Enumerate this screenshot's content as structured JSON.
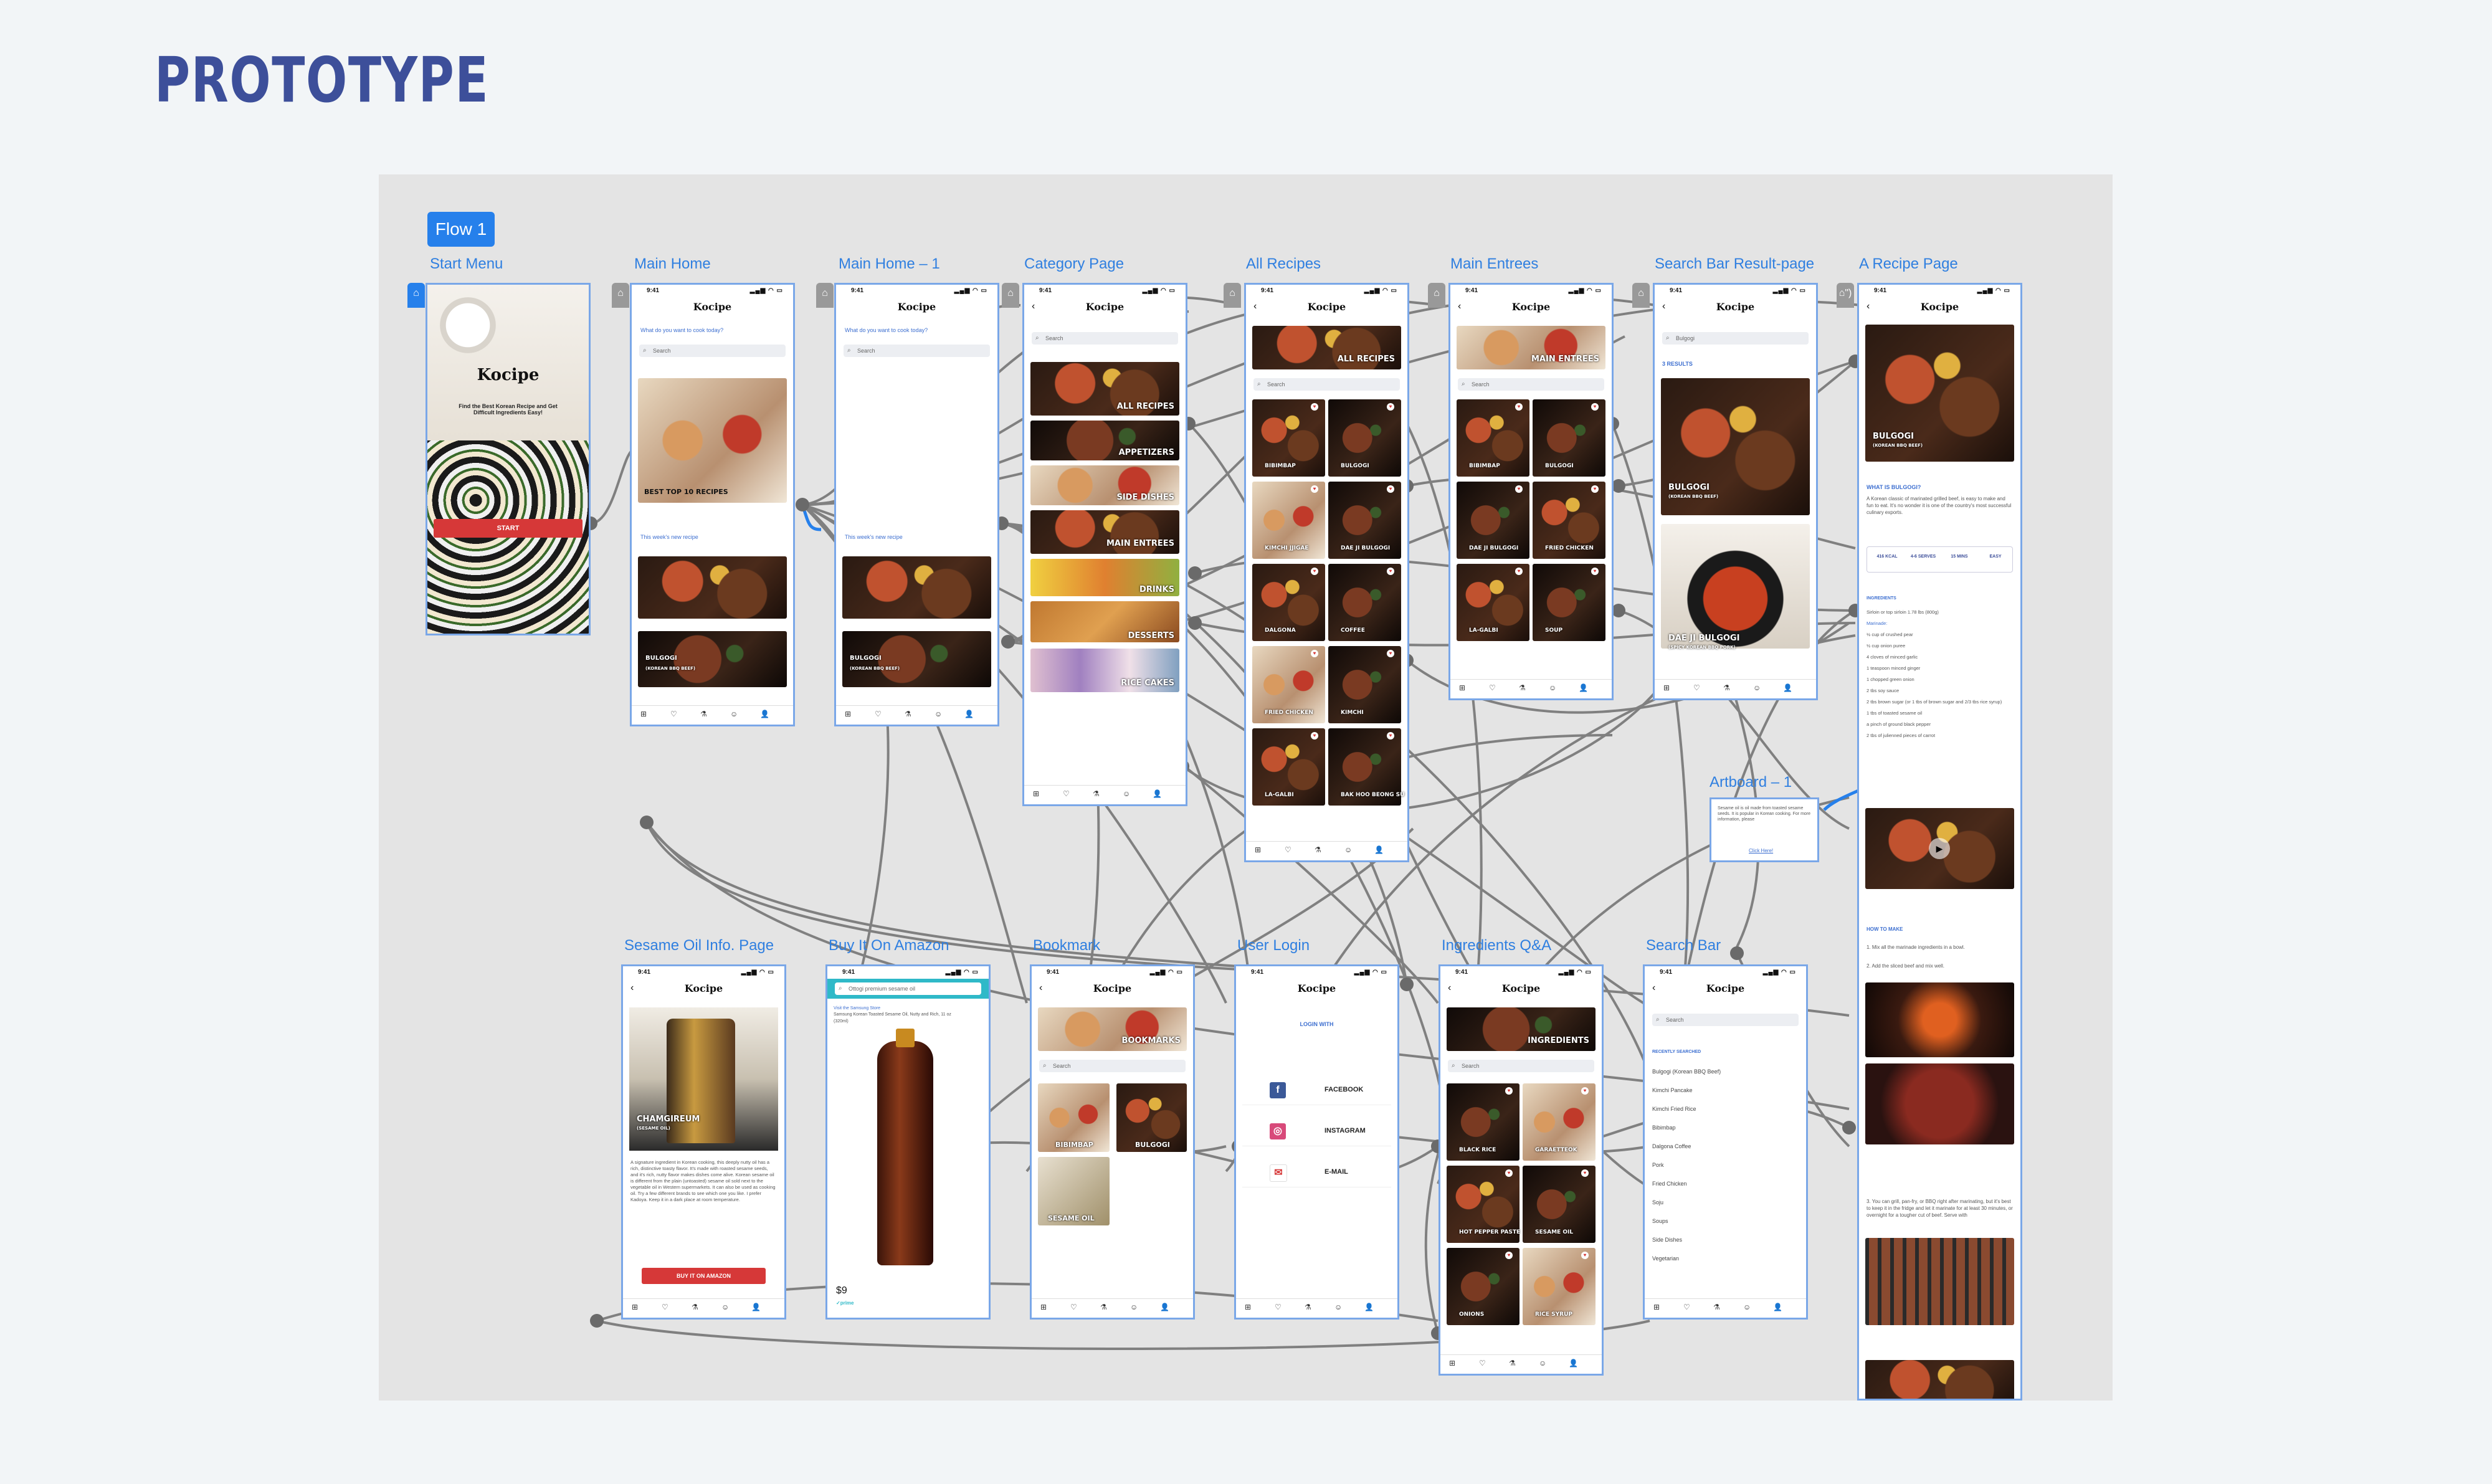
{
  "page_title": "PROTOTYPE",
  "flow": {
    "label": "Flow 1"
  },
  "app": {
    "name": "Kocipe",
    "status_time": "9:41",
    "status_icons": "▂▄▆ ◠ ▭"
  },
  "frames": {
    "start_menu": {
      "label": "Start Menu",
      "title": "Kocipe",
      "tagline": "Find the Best Korean Recipe and Get Difficult Ingredients Easy!",
      "start_button": "START"
    },
    "main_home": {
      "label": "Main Home",
      "question": "What do you want to cook today?",
      "search_placeholder": "Search",
      "banner_caption": "BEST TOP 10 RECIPES",
      "new_recipe_heading": "This week's new recipe",
      "recipe_caption": "BULGOGI",
      "recipe_sub": "(KOREAN BBQ BEEF)"
    },
    "main_home_1": {
      "label": "Main Home – 1",
      "question": "What do you want to cook today?",
      "search_placeholder": "Search",
      "new_recipe_heading": "This week's new recipe",
      "recipe_caption": "BULGOGI",
      "recipe_sub": "(KOREAN BBQ BEEF)"
    },
    "category": {
      "label": "Category Page",
      "search_placeholder": "Search",
      "categories": [
        "ALL RECIPES",
        "APPETIZERS",
        "SIDE DISHES",
        "MAIN ENTREES",
        "DRINKS",
        "DESSERTS",
        "RICE CAKES"
      ]
    },
    "all_recipes": {
      "label": "All Recipes",
      "banner": "ALL RECIPES",
      "search_placeholder": "Search",
      "items": [
        "BIBIMBAP",
        "BULGOGI",
        "KIMCHI JJIGAE",
        "DAE JI BULGOGI",
        "DALGONA",
        "COFFEE",
        "FRIED CHICKEN",
        "KIMCHI",
        "LA-GALBI",
        "BAK HOO BEONG SU"
      ]
    },
    "main_entrees": {
      "label": "Main Entrees",
      "banner": "MAIN ENTREES",
      "search_placeholder": "Search",
      "items": [
        "BIBIMBAP",
        "BULGOGI",
        "DAE JI BULGOGI",
        "FRIED CHICKEN",
        "LA-GALBI",
        "SOUP"
      ]
    },
    "search_result": {
      "label": "Search Bar Result-page",
      "search_value": "Bulgogi",
      "results_heading": "3 RESULTS",
      "items": [
        {
          "name": "BULGOGI",
          "sub": "(KOREAN BBQ BEEF)"
        },
        {
          "name": "DAE JI BULGOGI",
          "sub": "(SPICY KOREAN BBQ PORK)"
        }
      ]
    },
    "recipe_page": {
      "label": "A Recipe Page",
      "hero_caption": "BULGOGI",
      "hero_sub": "(KOREAN BBQ BEEF)",
      "what_is": "WHAT IS BULGOGI?",
      "description": "A Korean classic of marinated grilled beef, is easy to make and fun to eat. It's no wonder it is one of the country's most successful culinary exports.",
      "stats": [
        "416 KCAL",
        "4-6 SERVES",
        "15 MINS",
        "EASY"
      ],
      "ingredients_heading": "INGREDIENTS",
      "ingredient_lines": [
        "Sirloin or top sirloin 1.78 lbs (800g)",
        "Marinade:",
        "½ cup of crushed pear",
        "½ cup onion puree",
        "4 cloves of minced garlic",
        "1 teaspoon minced ginger",
        "1 chopped green onion",
        "2 tbs soy sauce",
        "2 tbs brown sugar (or 1 tbs of brown sugar and 2/3 tbs rice syrup)",
        "1 tbs of toasted sesame oil",
        "a pinch of ground black pepper",
        "2 tbs of julienned pieces of carrot"
      ],
      "how_to": "HOW TO MAKE",
      "steps": [
        "1. Mix all the marinade ingredients in a bowl.",
        "2. Add the sliced beef and mix well.",
        "3. You can grill, pan-fry, or BBQ right after marinating, but it's best to keep it in the fridge and let it marinate for at least 30 minutes, or overnight for a tougher cut of beef. Serve with"
      ]
    },
    "artboard_1": {
      "label": "Artboard – 1",
      "text": "Sesame oil is oil made from toasted sesame seeds. It is popular in Korean cooking. For more information, please",
      "link": "Click Here!"
    },
    "sesame_info": {
      "label": "Sesame Oil Info. Page",
      "caption": "CHAMGIREUM",
      "caption_sub": "(SESAME OIL)",
      "body": "A signature ingredient in Korean cooking, this deeply nutty oil has a rich, distinctive toasty flavor. It's made with roasted sesame seeds, and it's rich, nutty flavor makes dishes come alive. Korean sesame oil is different from the plain (untoasted) sesame oil sold next to the vegetable oil in Western supermarkets. It can also be used as cooking oil. Try a few different brands to see which one you like. I prefer Kadoya. Keep it in a dark place at room temperature.",
      "button": "BUY IT ON AMAZON"
    },
    "amazon": {
      "label": "Buy It On Amazon",
      "search_value": "Ottogi premium sesame oil",
      "brand": "Visit the Samsung Store",
      "product": "Samsung Korean Toasted Sesame Oil, Nutty and Rich, 11 oz (320ml)",
      "price": "$9",
      "prime": "✓prime"
    },
    "bookmark": {
      "label": "Bookmark",
      "banner": "BOOKMARKS",
      "search_placeholder": "Search",
      "items": [
        "BIBIMBAP",
        "BULGOGI",
        "SESAME OIL"
      ]
    },
    "login": {
      "label": "User Login",
      "heading": "LOGIN WITH",
      "options": [
        "FACEBOOK",
        "INSTAGRAM",
        "E-MAIL"
      ]
    },
    "ingredients": {
      "label": "Ingredients Q&A",
      "banner": "INGREDIENTS",
      "search_placeholder": "Search",
      "items": [
        "BLACK RICE",
        "GARAETTEOK",
        "HOT PEPPER PASTE",
        "SESAME OIL",
        "ONIONS",
        "RICE SYRUP"
      ]
    },
    "search_bar": {
      "label": "Search Bar",
      "search_placeholder": "Search",
      "recent_heading": "RECENTLY SEARCHED",
      "recent": [
        "Bulgogi (Korean BBQ Beef)",
        "Kimchi Pancake",
        "Kimchi Fried Rice",
        "Bibimbap",
        "Dalgona Coffee",
        "Pork",
        "Fried Chicken",
        "Soju",
        "Soups",
        "Side Dishes",
        "Vegetarian"
      ]
    }
  },
  "tabbar_icons": [
    "⊞",
    "♡",
    "⚗",
    "☺",
    "👤"
  ]
}
